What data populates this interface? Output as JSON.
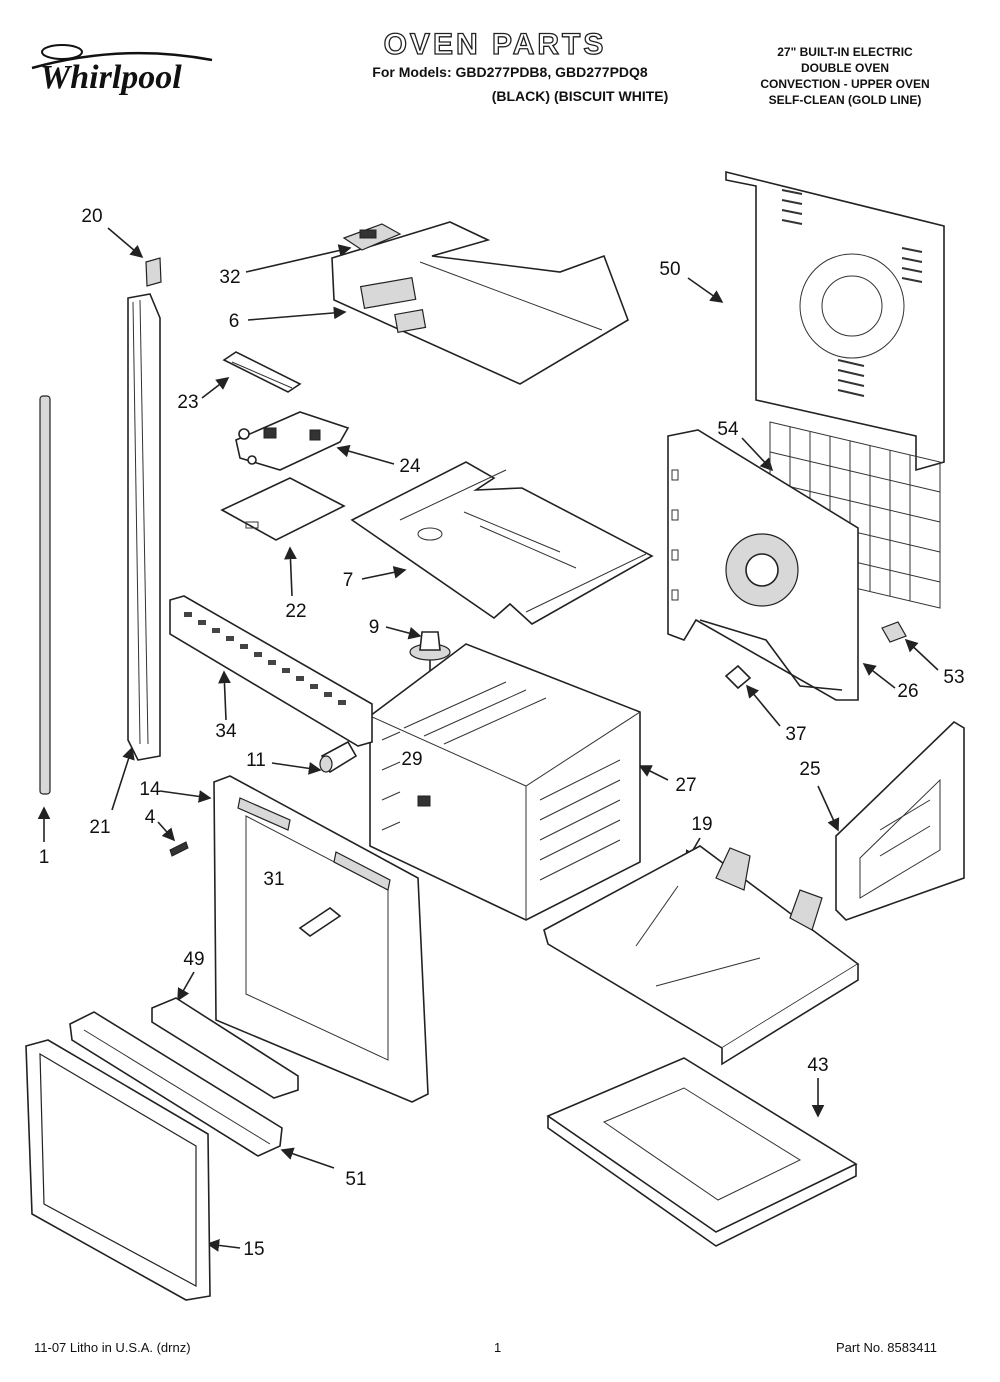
{
  "header": {
    "brand": "Whirlpool",
    "title": "OVEN PARTS",
    "models_line": "For Models: GBD277PDB8, GBD277PDQ8",
    "colors_line": "(BLACK) (BISCUIT WHITE)",
    "spec_lines": [
      "27\" BUILT-IN ELECTRIC",
      "DOUBLE OVEN",
      "CONVECTION - UPPER OVEN",
      "SELF-CLEAN (GOLD LINE)"
    ]
  },
  "callouts": [
    "20",
    "32",
    "6",
    "50",
    "23",
    "24",
    "54",
    "7",
    "22",
    "9",
    "53",
    "26",
    "34",
    "37",
    "11",
    "29",
    "27",
    "25",
    "14",
    "4",
    "21",
    "1",
    "19",
    "31",
    "49",
    "43",
    "51",
    "15"
  ],
  "footer": {
    "litho": "11-07 Litho in U.S.A. (drnz)",
    "page": "1",
    "part_no": "Part No. 8583411"
  }
}
